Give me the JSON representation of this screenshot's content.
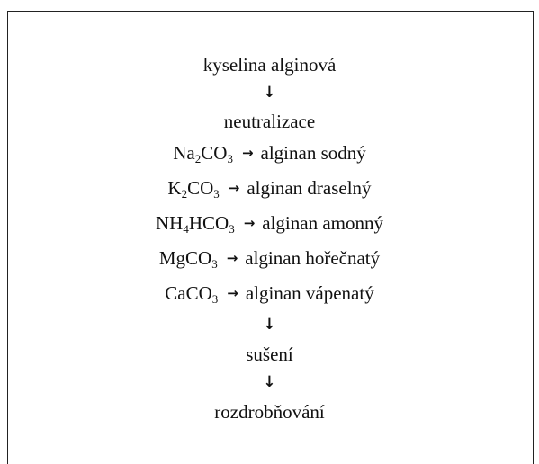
{
  "flow": {
    "start": "kyselina alginová",
    "step_neutralization": "neutralizace",
    "step_drying": "sušení",
    "step_grinding": "rozdrobňování",
    "arrow_down": "↓",
    "arrow_right": "→",
    "reactions": [
      {
        "reagent": [
          {
            "t": "Na"
          },
          {
            "s": "2"
          },
          {
            "t": "CO"
          },
          {
            "s": "3"
          }
        ],
        "product": "alginan sodný"
      },
      {
        "reagent": [
          {
            "t": "K"
          },
          {
            "s": "2"
          },
          {
            "t": "CO"
          },
          {
            "s": "3"
          }
        ],
        "product": "alginan draselný"
      },
      {
        "reagent": [
          {
            "t": "NH"
          },
          {
            "s": "4"
          },
          {
            "t": "HCO"
          },
          {
            "s": "3"
          }
        ],
        "product": "alginan amonný"
      },
      {
        "reagent": [
          {
            "t": "MgCO"
          },
          {
            "s": "3"
          }
        ],
        "product": "alginan hořečnatý"
      },
      {
        "reagent": [
          {
            "t": "CaCO"
          },
          {
            "s": "3"
          }
        ],
        "product": "alginan vápenatý"
      }
    ]
  }
}
